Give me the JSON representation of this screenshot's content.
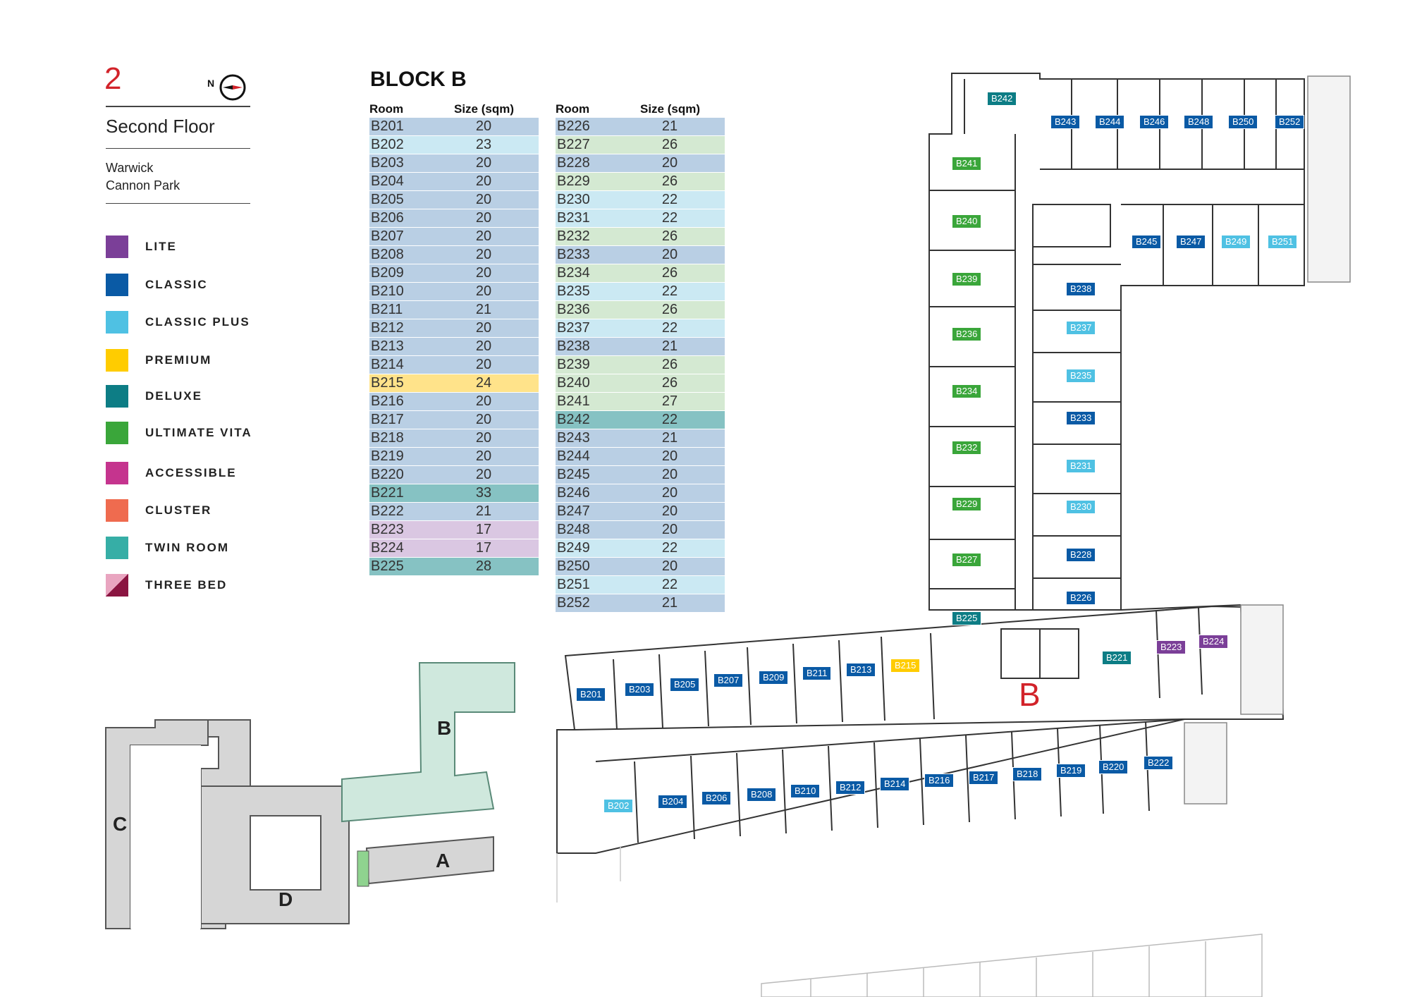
{
  "header": {
    "floor_number": "2",
    "floor_name": "Second Floor",
    "site_line1": "Warwick",
    "site_line2": "Cannon Park",
    "compass_letter": "N"
  },
  "colors": {
    "lite": "#7b3f98",
    "classic": "#0a5aa5",
    "classic_plus": "#4fc1e3",
    "premium": "#ffcc00",
    "deluxe": "#0d7d85",
    "ultimate_vita": "#3aa63a",
    "accessible": "#c5348e",
    "cluster": "#ef6b4f",
    "twin_room": "#36aea6",
    "three_bed_a": "#8a1541",
    "three_bed_b": "#e9a5c0",
    "accent_red": "#d2232a"
  },
  "legend": [
    {
      "label": "LITE",
      "key": "lite"
    },
    {
      "label": "CLASSIC",
      "key": "classic"
    },
    {
      "label": "CLASSIC PLUS",
      "key": "classic_plus"
    },
    {
      "label": "PREMIUM",
      "key": "premium"
    },
    {
      "label": "DELUXE",
      "key": "deluxe"
    },
    {
      "label": "ULTIMATE VITA",
      "key": "ultimate_vita"
    },
    {
      "label": "ACCESSIBLE",
      "key": "accessible"
    },
    {
      "label": "CLUSTER",
      "key": "cluster"
    },
    {
      "label": "TWIN ROOM",
      "key": "twin_room"
    },
    {
      "label": "THREE BED",
      "key": "three_bed"
    }
  ],
  "table": {
    "title": "BLOCK B",
    "col_room": "Room",
    "col_size": "Size (sqm)",
    "left": [
      {
        "room": "B201",
        "size": "20",
        "type": "classic"
      },
      {
        "room": "B202",
        "size": "23",
        "type": "classic_plus"
      },
      {
        "room": "B203",
        "size": "20",
        "type": "classic"
      },
      {
        "room": "B204",
        "size": "20",
        "type": "classic"
      },
      {
        "room": "B205",
        "size": "20",
        "type": "classic"
      },
      {
        "room": "B206",
        "size": "20",
        "type": "classic"
      },
      {
        "room": "B207",
        "size": "20",
        "type": "classic"
      },
      {
        "room": "B208",
        "size": "20",
        "type": "classic"
      },
      {
        "room": "B209",
        "size": "20",
        "type": "classic"
      },
      {
        "room": "B210",
        "size": "20",
        "type": "classic"
      },
      {
        "room": "B211",
        "size": "21",
        "type": "classic"
      },
      {
        "room": "B212",
        "size": "20",
        "type": "classic"
      },
      {
        "room": "B213",
        "size": "20",
        "type": "classic"
      },
      {
        "room": "B214",
        "size": "20",
        "type": "classic"
      },
      {
        "room": "B215",
        "size": "24",
        "type": "premium"
      },
      {
        "room": "B216",
        "size": "20",
        "type": "classic"
      },
      {
        "room": "B217",
        "size": "20",
        "type": "classic"
      },
      {
        "room": "B218",
        "size": "20",
        "type": "classic"
      },
      {
        "room": "B219",
        "size": "20",
        "type": "classic"
      },
      {
        "room": "B220",
        "size": "20",
        "type": "classic"
      },
      {
        "room": "B221",
        "size": "33",
        "type": "deluxe"
      },
      {
        "room": "B222",
        "size": "21",
        "type": "classic"
      },
      {
        "room": "B223",
        "size": "17",
        "type": "lite"
      },
      {
        "room": "B224",
        "size": "17",
        "type": "lite"
      },
      {
        "room": "B225",
        "size": "28",
        "type": "deluxe"
      }
    ],
    "right": [
      {
        "room": "B226",
        "size": "21",
        "type": "classic"
      },
      {
        "room": "B227",
        "size": "26",
        "type": "ultimate_vita"
      },
      {
        "room": "B228",
        "size": "20",
        "type": "classic"
      },
      {
        "room": "B229",
        "size": "26",
        "type": "ultimate_vita"
      },
      {
        "room": "B230",
        "size": "22",
        "type": "classic_plus"
      },
      {
        "room": "B231",
        "size": "22",
        "type": "classic_plus"
      },
      {
        "room": "B232",
        "size": "26",
        "type": "ultimate_vita"
      },
      {
        "room": "B233",
        "size": "20",
        "type": "classic"
      },
      {
        "room": "B234",
        "size": "26",
        "type": "ultimate_vita"
      },
      {
        "room": "B235",
        "size": "22",
        "type": "classic_plus"
      },
      {
        "room": "B236",
        "size": "26",
        "type": "ultimate_vita"
      },
      {
        "room": "B237",
        "size": "22",
        "type": "classic_plus"
      },
      {
        "room": "B238",
        "size": "21",
        "type": "classic"
      },
      {
        "room": "B239",
        "size": "26",
        "type": "ultimate_vita"
      },
      {
        "room": "B240",
        "size": "26",
        "type": "ultimate_vita"
      },
      {
        "room": "B241",
        "size": "27",
        "type": "ultimate_vita"
      },
      {
        "room": "B242",
        "size": "22",
        "type": "deluxe"
      },
      {
        "room": "B243",
        "size": "21",
        "type": "classic"
      },
      {
        "room": "B244",
        "size": "20",
        "type": "classic"
      },
      {
        "room": "B245",
        "size": "20",
        "type": "classic"
      },
      {
        "room": "B246",
        "size": "20",
        "type": "classic"
      },
      {
        "room": "B247",
        "size": "20",
        "type": "classic"
      },
      {
        "room": "B248",
        "size": "20",
        "type": "classic"
      },
      {
        "room": "B249",
        "size": "22",
        "type": "classic_plus"
      },
      {
        "room": "B250",
        "size": "20",
        "type": "classic"
      },
      {
        "room": "B251",
        "size": "22",
        "type": "classic_plus"
      },
      {
        "room": "B252",
        "size": "21",
        "type": "classic"
      }
    ]
  },
  "row_tints": {
    "classic": "#b9cfe4",
    "classic_plus": "#cbe9f3",
    "premium": "#ffe38a",
    "deluxe": "#86c2c3",
    "ultimate_vita": "#d4e9d2",
    "lite": "#dac7e2"
  },
  "plan": {
    "block_label": "B",
    "rooms": [
      {
        "id": "B242",
        "type": "deluxe"
      },
      {
        "id": "B243",
        "type": "classic"
      },
      {
        "id": "B244",
        "type": "classic"
      },
      {
        "id": "B246",
        "type": "classic"
      },
      {
        "id": "B248",
        "type": "classic"
      },
      {
        "id": "B250",
        "type": "classic"
      },
      {
        "id": "B252",
        "type": "classic"
      },
      {
        "id": "B241",
        "type": "ultimate_vita"
      },
      {
        "id": "B240",
        "type": "ultimate_vita"
      },
      {
        "id": "B245",
        "type": "classic"
      },
      {
        "id": "B247",
        "type": "classic"
      },
      {
        "id": "B249",
        "type": "classic_plus"
      },
      {
        "id": "B251",
        "type": "classic_plus"
      },
      {
        "id": "B239",
        "type": "ultimate_vita"
      },
      {
        "id": "B238",
        "type": "classic"
      },
      {
        "id": "B237",
        "type": "classic_plus"
      },
      {
        "id": "B236",
        "type": "ultimate_vita"
      },
      {
        "id": "B235",
        "type": "classic_plus"
      },
      {
        "id": "B234",
        "type": "ultimate_vita"
      },
      {
        "id": "B233",
        "type": "classic"
      },
      {
        "id": "B232",
        "type": "ultimate_vita"
      },
      {
        "id": "B231",
        "type": "classic_plus"
      },
      {
        "id": "B229",
        "type": "ultimate_vita"
      },
      {
        "id": "B230",
        "type": "classic_plus"
      },
      {
        "id": "B228",
        "type": "classic"
      },
      {
        "id": "B227",
        "type": "ultimate_vita"
      },
      {
        "id": "B226",
        "type": "classic"
      },
      {
        "id": "B225",
        "type": "deluxe"
      },
      {
        "id": "B221",
        "type": "deluxe"
      },
      {
        "id": "B223",
        "type": "lite"
      },
      {
        "id": "B224",
        "type": "lite"
      },
      {
        "id": "B201",
        "type": "classic"
      },
      {
        "id": "B203",
        "type": "classic"
      },
      {
        "id": "B205",
        "type": "classic"
      },
      {
        "id": "B207",
        "type": "classic"
      },
      {
        "id": "B209",
        "type": "classic"
      },
      {
        "id": "B211",
        "type": "classic"
      },
      {
        "id": "B213",
        "type": "classic"
      },
      {
        "id": "B215",
        "type": "premium"
      },
      {
        "id": "B202",
        "type": "classic_plus"
      },
      {
        "id": "B204",
        "type": "classic"
      },
      {
        "id": "B206",
        "type": "classic"
      },
      {
        "id": "B208",
        "type": "classic"
      },
      {
        "id": "B210",
        "type": "classic"
      },
      {
        "id": "B212",
        "type": "classic"
      },
      {
        "id": "B214",
        "type": "classic"
      },
      {
        "id": "B216",
        "type": "classic"
      },
      {
        "id": "B217",
        "type": "classic"
      },
      {
        "id": "B218",
        "type": "classic"
      },
      {
        "id": "B219",
        "type": "classic"
      },
      {
        "id": "B220",
        "type": "classic"
      },
      {
        "id": "B222",
        "type": "classic"
      }
    ]
  },
  "key_plan": {
    "labels": [
      "A",
      "B",
      "C",
      "D"
    ]
  }
}
